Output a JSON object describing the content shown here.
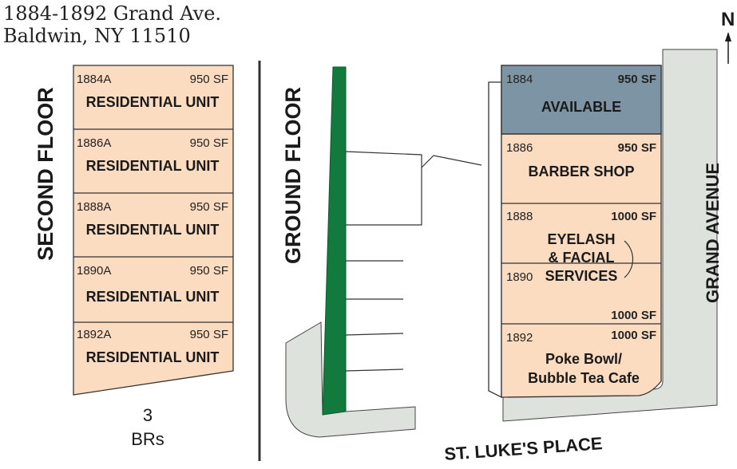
{
  "header": {
    "address_line1": "1884-1892 Grand Ave.",
    "address_line2": "Baldwin, NY 11510"
  },
  "north_label": "N",
  "second_floor": {
    "label": "SECOND  FLOOR",
    "units": [
      {
        "number": "1884A",
        "sf": "950 SF",
        "label": "RESIDENTIAL  UNIT"
      },
      {
        "number": "1886A",
        "sf": "950 SF",
        "label": "RESIDENTIAL  UNIT"
      },
      {
        "number": "1888A",
        "sf": "950 SF",
        "label": "RESIDENTIAL  UNIT"
      },
      {
        "number": "1890A",
        "sf": "950 SF",
        "label": "RESIDENTIAL  UNIT"
      },
      {
        "number": "1892A",
        "sf": "950 SF",
        "label": "RESIDENTIAL  UNIT"
      }
    ],
    "brs_line1": "3",
    "brs_line2": "BRs"
  },
  "ground_floor": {
    "label": "GROUND  FLOOR",
    "units": [
      {
        "number": "1884",
        "sf": "950 SF",
        "label_lines": [
          "AVAILABLE"
        ]
      },
      {
        "number": "1886",
        "sf": "950 SF",
        "label_lines": [
          "BARBER SHOP"
        ]
      },
      {
        "number": "1888",
        "sf": "1000 SF",
        "label_lines": [
          "EYELASH",
          "& FACIAL",
          "SERVICES"
        ]
      },
      {
        "number": "1890",
        "sf": "1000 SF",
        "label_lines": []
      },
      {
        "number": "1892",
        "sf": "1000 SF",
        "label_lines": [
          "Poke Bowl/",
          "Bubble Tea Cafe"
        ]
      }
    ]
  },
  "streets": {
    "grand_avenue": "GRAND AVENUE",
    "st_lukes_place": "ST. LUKE'S PLACE"
  },
  "colors": {
    "unit_fill": "#fbdcc0",
    "available_fill": "#7d94a4",
    "street_fill": "#dde2dc",
    "parking_green": "#127a3c",
    "outline": "#333333"
  }
}
